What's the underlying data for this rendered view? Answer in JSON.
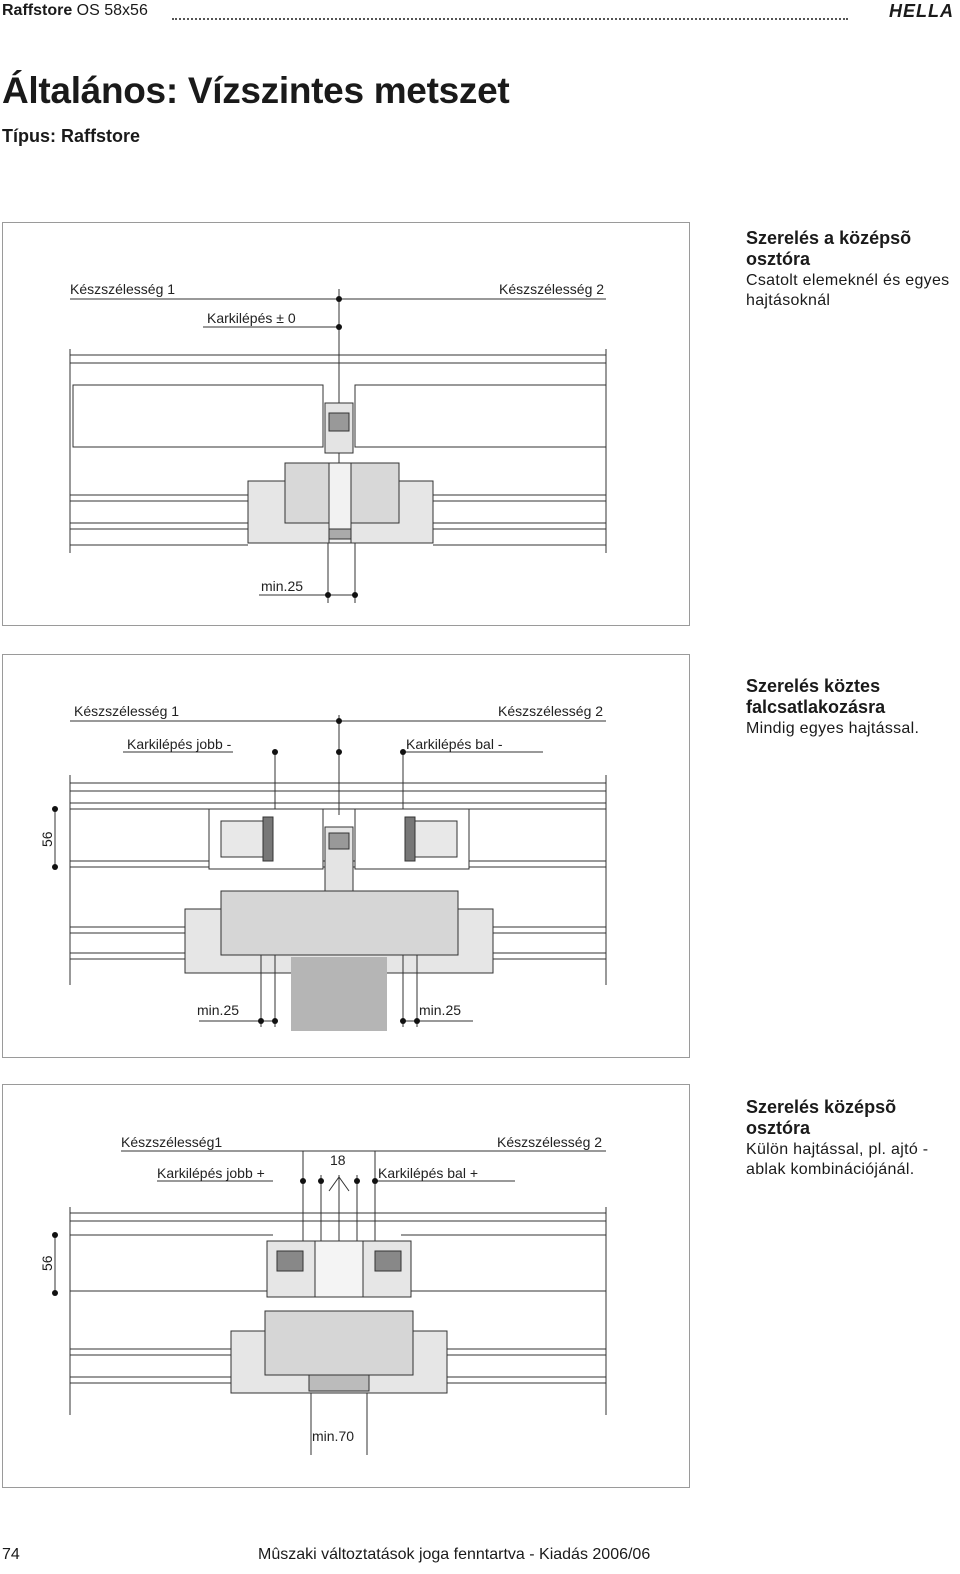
{
  "header": {
    "product_bold": "Raffstore",
    "product_rest": " OS 58x56",
    "brand_logo": "HELLA"
  },
  "title": "Általános: Vízszintes metszet",
  "subtitle": "Típus: Raffstore",
  "sections": [
    {
      "heading": "Szerelés a  középsõ osztóra",
      "text": "Csatolt elemeknél és egyes hajtásoknál",
      "labels": {
        "width1": "Készszélesség 1",
        "width2": "Készszélesség 2",
        "offset": "Karkilépés ± 0",
        "min": "min.25"
      }
    },
    {
      "heading": "Szerelés köztes falcsatlakozásra",
      "text": "Mindig egyes hajtással.",
      "labels": {
        "width1": "Készszélesség 1",
        "width2": "Készszélesség 2",
        "offset_right": "Karkilépés jobb -",
        "offset_left": "Karkilépés bal -",
        "dim": "56",
        "min_left": "min.25",
        "min_right": "min.25"
      }
    },
    {
      "heading": "Szerelés középsõ osztóra",
      "text": "Külön hajtással, pl. ajtó - ablak kombinációjánál.",
      "labels": {
        "width1": "Készszélesség1",
        "width2": "Készszélesség 2",
        "offset_right": "Karkilépés jobb +",
        "offset_left": "Karkilépés bal +",
        "gap": "18",
        "dim": "56",
        "min": "min.70"
      }
    }
  ],
  "footer": {
    "page_number": "74",
    "note": "Mûszaki változtatások joga fenntartva - Kiadás 2006/06"
  }
}
